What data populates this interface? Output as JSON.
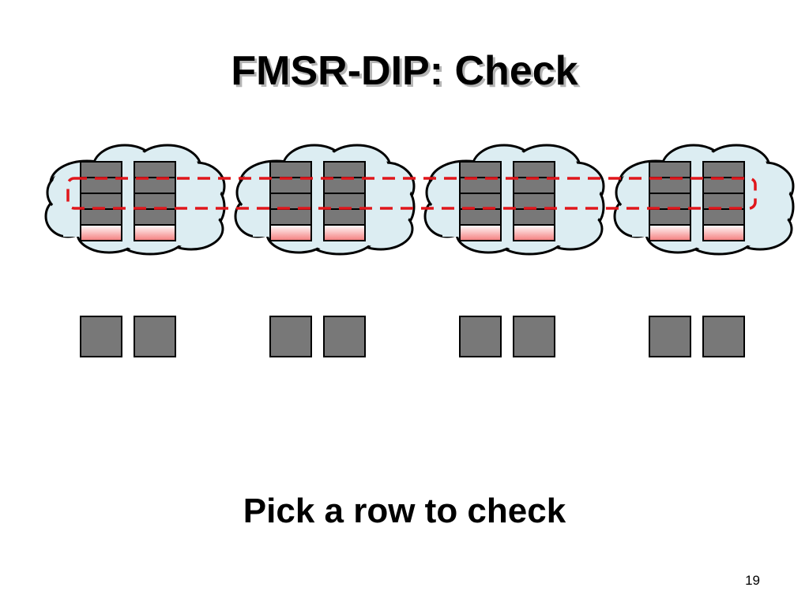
{
  "slide": {
    "title": "FMSR-DIP: Check",
    "caption": "Pick a row to check",
    "page_number": "19"
  },
  "diagram": {
    "nodes": 4,
    "chunks_per_node": 2,
    "blocks_per_chunk": 5,
    "parity_blocks_per_chunk": 1,
    "checked_row": 2,
    "colors": {
      "cloud_fill": "#dcedf2",
      "cloud_stroke": "#000000",
      "block_fill": "#787878",
      "parity_fill_top": "#ffffff",
      "parity_fill_bottom": "#f47c7c",
      "selection_stroke": "#e0161b"
    }
  }
}
